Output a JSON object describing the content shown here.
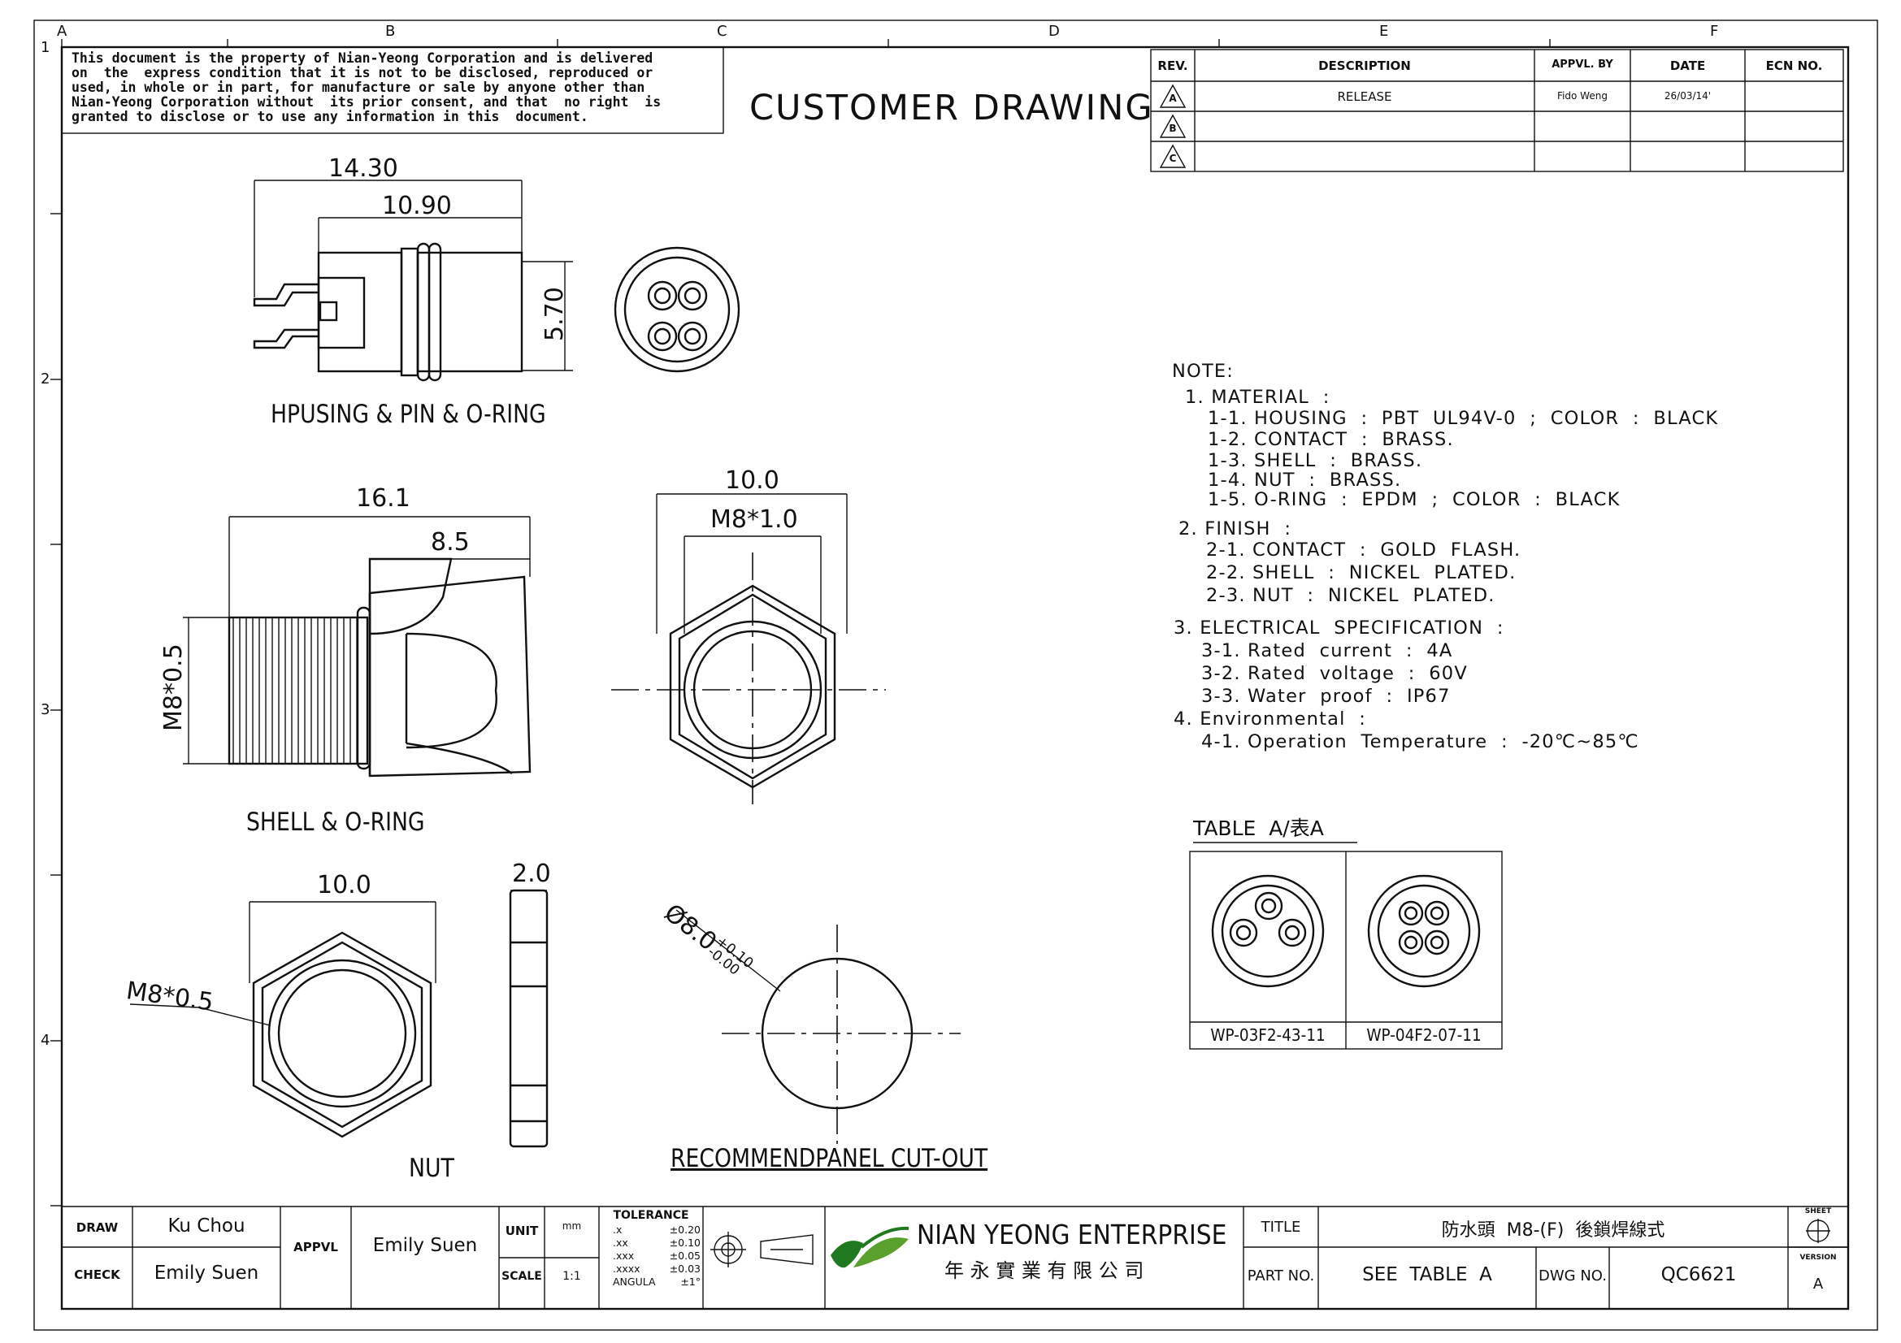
{
  "notice": "This document is the property of Nian-Yeong Corporation and is delivered\non  the  express condition that it is not to be disclosed, reproduced or\nused, in whole or in part, for manufacture or sale by anyone other than\nNian-Yeong Corporation without  its prior consent, and that  no right  is\ngranted to disclose or to use any information in this  document.",
  "drawing_title": "CUSTOMER DRAWING",
  "grid": {
    "columns": [
      "A",
      "B",
      "C",
      "D",
      "E",
      "F"
    ],
    "rows": [
      "1",
      "2",
      "3",
      "4"
    ]
  },
  "revision_block": {
    "headers": {
      "rev": "REV.",
      "description": "DESCRIPTION",
      "approved_by": "APPVL. BY",
      "date": "DATE",
      "ecn": "ECN NO."
    },
    "rows": [
      {
        "rev": "A",
        "description": "RELEASE",
        "approved_by": "Fido Weng",
        "date": "26/03/14'",
        "ecn": ""
      },
      {
        "rev": "B",
        "description": "",
        "approved_by": "",
        "date": "",
        "ecn": ""
      },
      {
        "rev": "C",
        "description": "",
        "approved_by": "",
        "date": "",
        "ecn": ""
      }
    ]
  },
  "views": {
    "housing": {
      "label": "HPUSING & PIN & O-RING",
      "dims": {
        "overall_length": "14.30",
        "body_length": "10.90",
        "height": "5.70"
      }
    },
    "shell": {
      "label": "SHELL & O-RING",
      "dims": {
        "overall_length": "16.1",
        "nut_length": "8.5",
        "thread": "M8*0.5",
        "hex_width": "10.0",
        "inner_thread": "M8*1.0"
      }
    },
    "nut": {
      "label": "NUT",
      "dims": {
        "width": "10.0",
        "thickness": "2.0",
        "thread": "M8*0.5"
      }
    },
    "panel_cutout": {
      "label": "RECOMMENDPANEL CUT-OUT",
      "dims": {
        "diameter": "Ø8.0",
        "tol_plus": "+0.10",
        "tol_minus": "-0.00"
      }
    }
  },
  "notes": {
    "heading": "NOTE:",
    "lines": [
      "1. MATERIAL  :",
      "1-1. HOUSING  :  PBT  UL94V-0  ;  COLOR  :  BLACK",
      "1-2. CONTACT  :  BRASS.",
      "1-3. SHELL  :  BRASS.",
      "1-4. NUT  :  BRASS.",
      "1-5. O-RING  :  EPDM  ;  COLOR  :  BLACK",
      "2. FINISH  :",
      "2-1. CONTACT  :  GOLD  FLASH.",
      "2-2. SHELL  :  NICKEL  PLATED.",
      "2-3. NUT  :  NICKEL  PLATED.",
      "3. ELECTRICAL  SPECIFICATION  :",
      "3-1. Rated  current  :  4A",
      "3-2. Rated  voltage  :  60V",
      "3-3. Water  proof  :  IP67",
      "4. Environmental  :",
      "4-1. Operation  Temperature  :  -20℃~85℃"
    ]
  },
  "table_a": {
    "title": "TABLE  A/表A",
    "items": [
      {
        "part": "WP-03F2-43-11",
        "pins": 3
      },
      {
        "part": "WP-04F2-07-11",
        "pins": 4
      }
    ]
  },
  "title_block": {
    "draw_label": "DRAW",
    "draw_value": "Ku Chou",
    "check_label": "CHECK",
    "check_value": "Emily Suen",
    "appvl_label": "APPVL",
    "appvl_value": "Emily Suen",
    "unit_label": "UNIT",
    "unit_value": "mm",
    "scale_label": "SCALE",
    "scale_value": "1:1",
    "tolerance_title": "TOLERANCE",
    "tolerances": [
      {
        "k": ".x",
        "v": "±0.20"
      },
      {
        "k": ".xx",
        "v": "±0.10"
      },
      {
        "k": ".xxx",
        "v": "±0.05"
      },
      {
        "k": ".xxxx",
        "v": "±0.03"
      },
      {
        "k": "ANGULA",
        "v": "±1°"
      }
    ],
    "company_name": "NIAN YEONG ENTERPRISE",
    "company_chinese": "年 永 實 業 有 限 公 司",
    "title_label": "TITLE",
    "title_value": "防水頭  M8-(F)  後鎖焊線式",
    "part_label": "PART NO.",
    "part_value": "SEE  TABLE  A",
    "dwg_label": "DWG NO.",
    "dwg_value": "QC6621",
    "sheet_label": "SHEET",
    "version_label": "VERSION",
    "version_value": "A"
  }
}
